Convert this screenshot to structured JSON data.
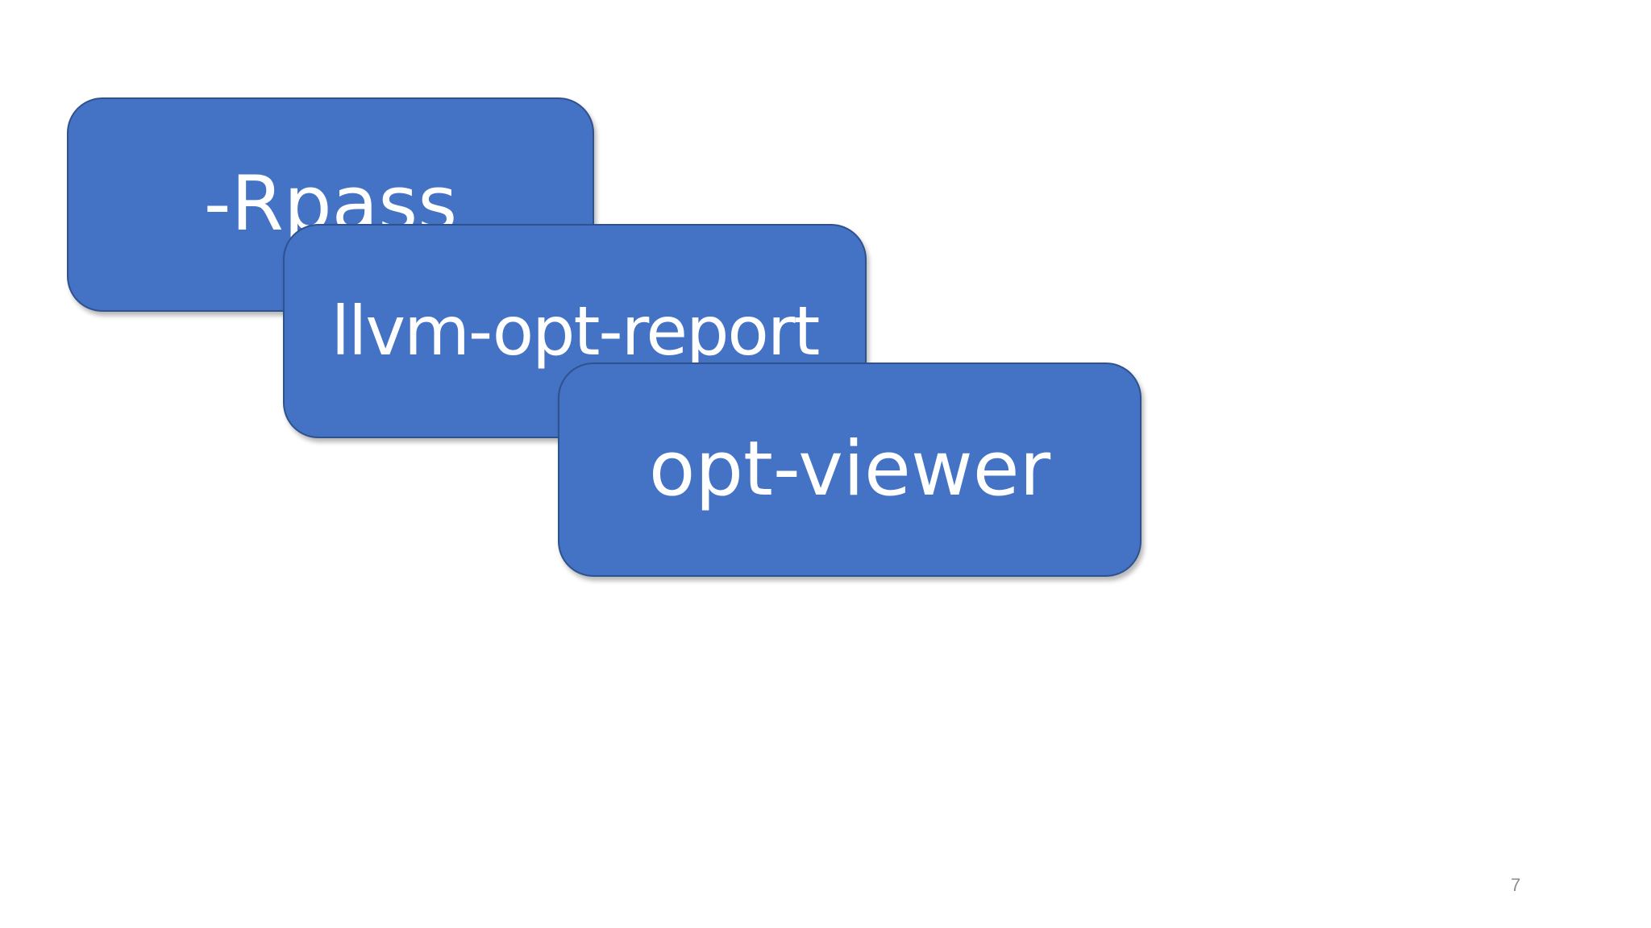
{
  "slide": {
    "boxes": [
      {
        "label": "-Rpass",
        "fill": "#4472c4",
        "border": "#2f528f",
        "text_color": "#ffffff"
      },
      {
        "label": "llvm-opt-report",
        "fill": "#4472c4",
        "border": "#2f528f",
        "text_color": "#ffffff"
      },
      {
        "label": "opt-viewer",
        "fill": "#4472c4",
        "border": "#2f528f",
        "text_color": "#ffffff"
      }
    ],
    "page_number": "7"
  }
}
